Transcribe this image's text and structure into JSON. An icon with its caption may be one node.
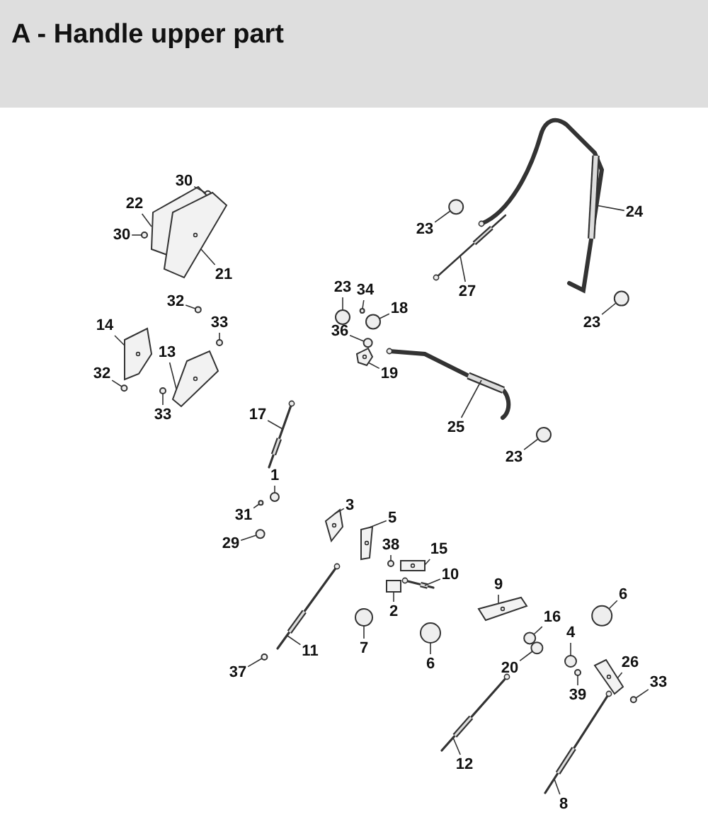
{
  "diagram": {
    "title": "A - Handle upper part",
    "nodes": [
      {
        "text": [
          "30"
        ]
      },
      {
        "text": [
          "22"
        ]
      },
      {
        "text": [
          "30"
        ]
      },
      {
        "text": [
          "21"
        ]
      },
      {
        "text": [
          "24"
        ]
      },
      {
        "text": [
          "23"
        ]
      },
      {
        "text": [
          "27"
        ]
      },
      {
        "text": [
          "23"
        ]
      },
      {
        "text": [
          "34"
        ]
      },
      {
        "text": [
          "18"
        ]
      },
      {
        "text": [
          "32"
        ]
      },
      {
        "text": [
          "33"
        ]
      },
      {
        "text": [
          "14"
        ]
      },
      {
        "text": [
          "13"
        ]
      },
      {
        "text": [
          "23"
        ]
      },
      {
        "text": [
          "36"
        ]
      },
      {
        "text": [
          "19"
        ]
      },
      {
        "text": [
          "32"
        ]
      },
      {
        "text": [
          "33"
        ]
      },
      {
        "text": [
          "25"
        ]
      },
      {
        "text": [
          "17"
        ]
      },
      {
        "text": [
          "23"
        ]
      },
      {
        "text": [
          "1"
        ]
      },
      {
        "text": [
          "3"
        ]
      },
      {
        "text": [
          "5"
        ]
      },
      {
        "text": [
          "31"
        ]
      },
      {
        "text": [
          "38"
        ]
      },
      {
        "text": [
          "15"
        ]
      },
      {
        "text": [
          "29"
        ]
      },
      {
        "text": [
          "10"
        ]
      },
      {
        "text": [
          "9"
        ]
      },
      {
        "text": [
          "2"
        ]
      },
      {
        "text": [
          "6"
        ]
      },
      {
        "text": [
          "16"
        ]
      },
      {
        "text": [
          "4"
        ]
      },
      {
        "text": [
          "20"
        ]
      },
      {
        "text": [
          "7"
        ]
      },
      {
        "text": [
          "6"
        ]
      },
      {
        "text": [
          "26"
        ]
      },
      {
        "text": [
          "39"
        ]
      },
      {
        "text": [
          "33"
        ]
      },
      {
        "text": [
          "11"
        ]
      },
      {
        "text": [
          "37"
        ]
      },
      {
        "text": [
          "12"
        ]
      },
      {
        "text": [
          "8"
        ]
      },
      {
        "text": [],
        "shape": "circle"
      },
      {
        "text": [],
        "shape": "picture"
      },
      {
        "text": [],
        "shape": "circle"
      },
      {
        "text": [],
        "shape": "picture"
      },
      {
        "text": [],
        "shape": "picture"
      },
      {
        "text": [],
        "shape": "circle"
      },
      {
        "text": [],
        "shape": "picture"
      },
      {
        "text": [],
        "shape": "circle"
      },
      {
        "text": [],
        "shape": "circle"
      },
      {
        "text": [],
        "shape": "circle"
      },
      {
        "text": [],
        "shape": "circle"
      },
      {
        "text": [],
        "shape": "circle"
      },
      {
        "text": [],
        "shape": "picture"
      },
      {
        "text": [],
        "shape": "picture"
      },
      {
        "text": [],
        "shape": "circle"
      },
      {
        "text": [],
        "shape": "circle"
      },
      {
        "text": [],
        "shape": "picture"
      },
      {
        "text": [],
        "shape": "circle"
      },
      {
        "text": [],
        "shape": "circle"
      },
      {
        "text": [],
        "shape": "picture"
      },
      {
        "text": [],
        "shape": "picture"
      },
      {
        "text": [],
        "shape": "circle"
      },
      {
        "text": [],
        "shape": "circle"
      },
      {
        "text": [],
        "shape": "picture"
      },
      {
        "text": [],
        "shape": "picture"
      },
      {
        "text": [],
        "shape": "circle"
      },
      {
        "text": [],
        "shape": "circle"
      },
      {
        "text": [],
        "shape": "picture"
      },
      {
        "text": [],
        "shape": "circle"
      },
      {
        "text": [],
        "shape": "picture"
      },
      {
        "text": [],
        "shape": "picture"
      },
      {
        "text": [],
        "shape": "box"
      },
      {
        "text": [],
        "shape": "circle"
      },
      {
        "text": [],
        "shape": "circle"
      },
      {
        "text": [],
        "shape": "circle"
      },
      {
        "text": [],
        "shape": "circle"
      },
      {
        "text": [],
        "shape": "circle"
      },
      {
        "text": [],
        "shape": "circle"
      },
      {
        "text": [],
        "shape": "picture"
      },
      {
        "text": [],
        "shape": "circle"
      },
      {
        "text": [],
        "shape": "circle"
      },
      {
        "text": [],
        "shape": "picture"
      },
      {
        "text": [],
        "shape": "circle"
      },
      {
        "text": [],
        "shape": "picture"
      },
      {
        "text": [],
        "shape": "picture"
      }
    ],
    "edges": [
      {
        "from": 0,
        "to": 45,
        "arrow": "none"
      },
      {
        "from": 1,
        "to": 46,
        "arrow": "none"
      },
      {
        "from": 2,
        "to": 47,
        "arrow": "none"
      },
      {
        "from": 3,
        "to": 48,
        "arrow": "none"
      },
      {
        "from": 4,
        "to": 49,
        "arrow": "none"
      },
      {
        "from": 5,
        "to": 50,
        "arrow": "none"
      },
      {
        "from": 6,
        "to": 51,
        "arrow": "none"
      },
      {
        "from": 7,
        "to": 52,
        "arrow": "none"
      },
      {
        "from": 8,
        "to": 53,
        "arrow": "none"
      },
      {
        "from": 9,
        "to": 54,
        "arrow": "none"
      },
      {
        "from": 10,
        "to": 55,
        "arrow": "none"
      },
      {
        "from": 11,
        "to": 56,
        "arrow": "none"
      },
      {
        "from": 12,
        "to": 57,
        "arrow": "none"
      },
      {
        "from": 13,
        "to": 58,
        "arrow": "none"
      },
      {
        "from": 14,
        "to": 59,
        "arrow": "none"
      },
      {
        "from": 15,
        "to": 60,
        "arrow": "none"
      },
      {
        "from": 16,
        "to": 61,
        "arrow": "none"
      },
      {
        "from": 17,
        "to": 62,
        "arrow": "none"
      },
      {
        "from": 18,
        "to": 63,
        "arrow": "none"
      },
      {
        "from": 19,
        "to": 64,
        "arrow": "none"
      },
      {
        "from": 20,
        "to": 65,
        "arrow": "none"
      },
      {
        "from": 21,
        "to": 66,
        "arrow": "none"
      },
      {
        "from": 22,
        "to": 67,
        "arrow": "none"
      },
      {
        "from": 23,
        "to": 68,
        "arrow": "none"
      },
      {
        "from": 24,
        "to": 69,
        "arrow": "none"
      },
      {
        "from": 25,
        "to": 70,
        "arrow": "none"
      },
      {
        "from": 26,
        "to": 71,
        "arrow": "none"
      },
      {
        "from": 27,
        "to": 72,
        "arrow": "none"
      },
      {
        "from": 28,
        "to": 73,
        "arrow": "none"
      },
      {
        "from": 29,
        "to": 74,
        "arrow": "none"
      },
      {
        "from": 30,
        "to": 75,
        "arrow": "none"
      },
      {
        "from": 31,
        "to": 76,
        "arrow": "none"
      },
      {
        "from": 32,
        "to": 77,
        "arrow": "none"
      },
      {
        "from": 33,
        "to": 78,
        "arrow": "none"
      },
      {
        "from": 34,
        "to": 79,
        "arrow": "none"
      },
      {
        "from": 35,
        "to": 80,
        "arrow": "none"
      },
      {
        "from": 36,
        "to": 81,
        "arrow": "none"
      },
      {
        "from": 37,
        "to": 82,
        "arrow": "none"
      },
      {
        "from": 38,
        "to": 83,
        "arrow": "none"
      },
      {
        "from": 39,
        "to": 84,
        "arrow": "none"
      },
      {
        "from": 40,
        "to": 85,
        "arrow": "none"
      },
      {
        "from": 41,
        "to": 86,
        "arrow": "none"
      },
      {
        "from": 42,
        "to": 87,
        "arrow": "none"
      },
      {
        "from": 43,
        "to": 88,
        "arrow": "none"
      },
      {
        "from": 44,
        "to": 89,
        "arrow": "none"
      }
    ]
  }
}
